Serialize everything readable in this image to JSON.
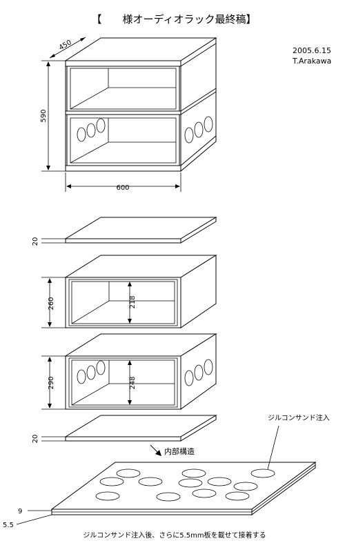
{
  "title": "【　　様オーディオラック最終稿】",
  "date": "2005.6.15",
  "author": "T.Arakawa",
  "dims": {
    "depth": "450",
    "height": "590",
    "width": "600",
    "top_board": "20",
    "upper_box_outer": "260",
    "upper_box_inner": "218",
    "lower_box_outer": "290",
    "lower_box_inner": "248",
    "bottom_board": "20",
    "base_layer_upper": "9",
    "base_layer_lower": "5.5"
  },
  "labels": {
    "internal_structure": "内部構造",
    "zircon_sand_fill": "ジルコンサンド注入",
    "bottom_note": "ジルコンサンド注入後、さらに5.5mm板を載せて接着する"
  }
}
